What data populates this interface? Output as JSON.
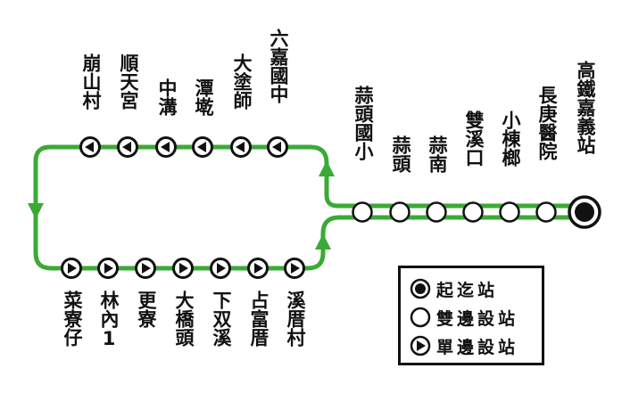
{
  "route": {
    "color": "#3aaa35",
    "terminal": {
      "name": "高鐵嘉義站",
      "kind": "terminus"
    },
    "two_way_stops": [
      {
        "name": "長庚醫院"
      },
      {
        "name": "小棟榔"
      },
      {
        "name": "雙溪口"
      },
      {
        "name": "蒜南"
      },
      {
        "name": "蒜頭"
      },
      {
        "name": "蒜頭國小"
      }
    ],
    "loop_top_stops": [
      {
        "name": "六嘉國中"
      },
      {
        "name": "大塗師"
      },
      {
        "name": "潭墘"
      },
      {
        "name": "中溝"
      },
      {
        "name": "順天宮"
      },
      {
        "name": "崩山村"
      }
    ],
    "loop_bottom_stops": [
      {
        "name": "菜寮仔"
      },
      {
        "name": "林內1"
      },
      {
        "name": "更寮"
      },
      {
        "name": "大橋頭"
      },
      {
        "name": "下双溪"
      },
      {
        "name": "占富厝"
      },
      {
        "name": "溪厝村"
      }
    ]
  },
  "legend": {
    "terminus": {
      "icon": "bullseye-icon",
      "label": "起迄站"
    },
    "two_way": {
      "icon": "open-circle-icon",
      "label": "雙邊設站"
    },
    "one_way": {
      "icon": "play-circle-icon",
      "label": "單邊設站"
    }
  }
}
